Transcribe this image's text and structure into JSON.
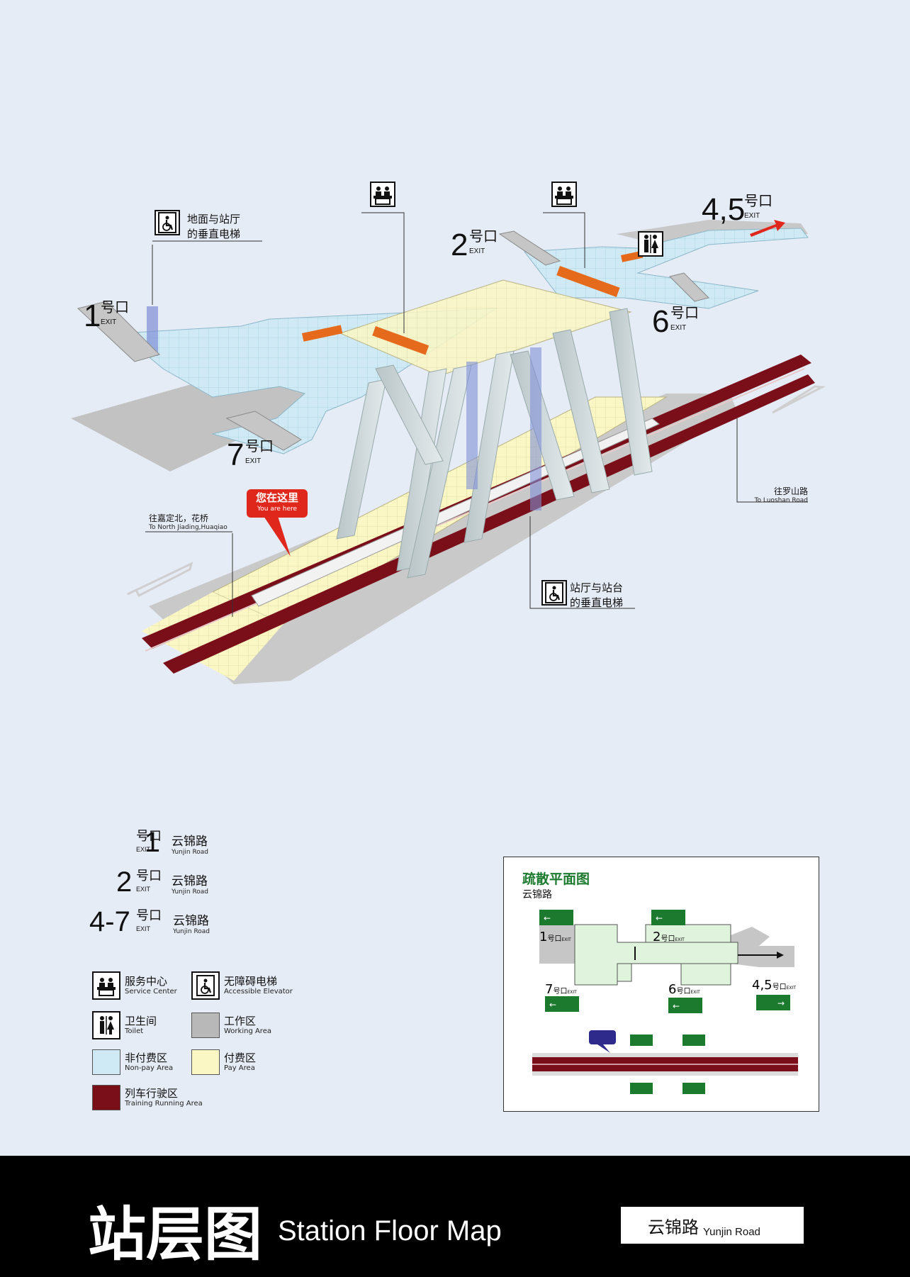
{
  "colors": {
    "background": "#e6ecf6",
    "non_pay_area": "#cfeaf4",
    "pay_area": "#fbf7c4",
    "working_area": "#b8b8b8",
    "train_running": "#7a0f1a",
    "accent_red": "#e0271b",
    "evac_green": "#1c7a2e"
  },
  "map": {
    "labels": {
      "elev_ground_cn1": "地面与站厅",
      "elev_ground_cn2": "的垂直电梯",
      "elev_platform_cn1": "站厅与站台",
      "elev_platform_cn2": "的垂直电梯",
      "to_north_cn": "往嘉定北，花桥",
      "to_north_en": "To North Jiading,Huaqiao",
      "to_luoshan_cn": "往罗山路",
      "to_luoshan_en": "To Luoshan Road",
      "you_here_cn": "您在这里",
      "you_here_en": "You are here"
    },
    "exits": [
      {
        "num": "1",
        "hk": "号口",
        "en": "EXIT"
      },
      {
        "num": "2",
        "hk": "号口",
        "en": "EXIT"
      },
      {
        "num": "4,5",
        "hk": "号口",
        "en": "EXIT"
      },
      {
        "num": "6",
        "hk": "号口",
        "en": "EXIT"
      },
      {
        "num": "7",
        "hk": "号口",
        "en": "EXIT"
      }
    ]
  },
  "exit_list": [
    {
      "num": "1",
      "hk": "号口",
      "en": "EXIT",
      "road_cn": "云锦路",
      "road_en": "Yunjin Road"
    },
    {
      "num": "2",
      "hk": "号口",
      "en": "EXIT",
      "road_cn": "云锦路",
      "road_en": "Yunjin Road"
    },
    {
      "num": "4-7",
      "hk": "号口",
      "en": "EXIT",
      "road_cn": "云锦路",
      "road_en": "Yunjin Road"
    }
  ],
  "legend": [
    {
      "icon": "service-center-icon",
      "cn": "服务中心",
      "en": "Service Center"
    },
    {
      "icon": "accessible-elevator-icon",
      "cn": "无障碍电梯",
      "en": "Accessible Elevator"
    },
    {
      "icon": "toilet-icon",
      "cn": "卫生间",
      "en": "Toilet"
    },
    {
      "icon": "working-area-swatch",
      "cn": "工作区",
      "en": "Working Area"
    },
    {
      "icon": "non-pay-swatch",
      "cn": "非付费区",
      "en": "Non-pay Area"
    },
    {
      "icon": "pay-swatch",
      "cn": "付费区",
      "en": "Pay Area"
    },
    {
      "icon": "train-area-swatch",
      "cn": "列车行驶区",
      "en": "Training Running Area"
    }
  ],
  "evac": {
    "title": "疏散平面图",
    "station": "云锦路",
    "exits": [
      {
        "num": "1",
        "hk": "号口",
        "en": "EXIT"
      },
      {
        "num": "2",
        "hk": "号口",
        "en": "EXIT"
      },
      {
        "num": "7",
        "hk": "号口",
        "en": "EXIT"
      },
      {
        "num": "6",
        "hk": "号口",
        "en": "EXIT"
      },
      {
        "num": "4,5",
        "hk": "号口",
        "en": "EXIT"
      }
    ]
  },
  "footer": {
    "title_cn": "站层图",
    "title_en": "Station Floor Map",
    "station_cn": "云锦路",
    "station_en": "Yunjin Road"
  }
}
